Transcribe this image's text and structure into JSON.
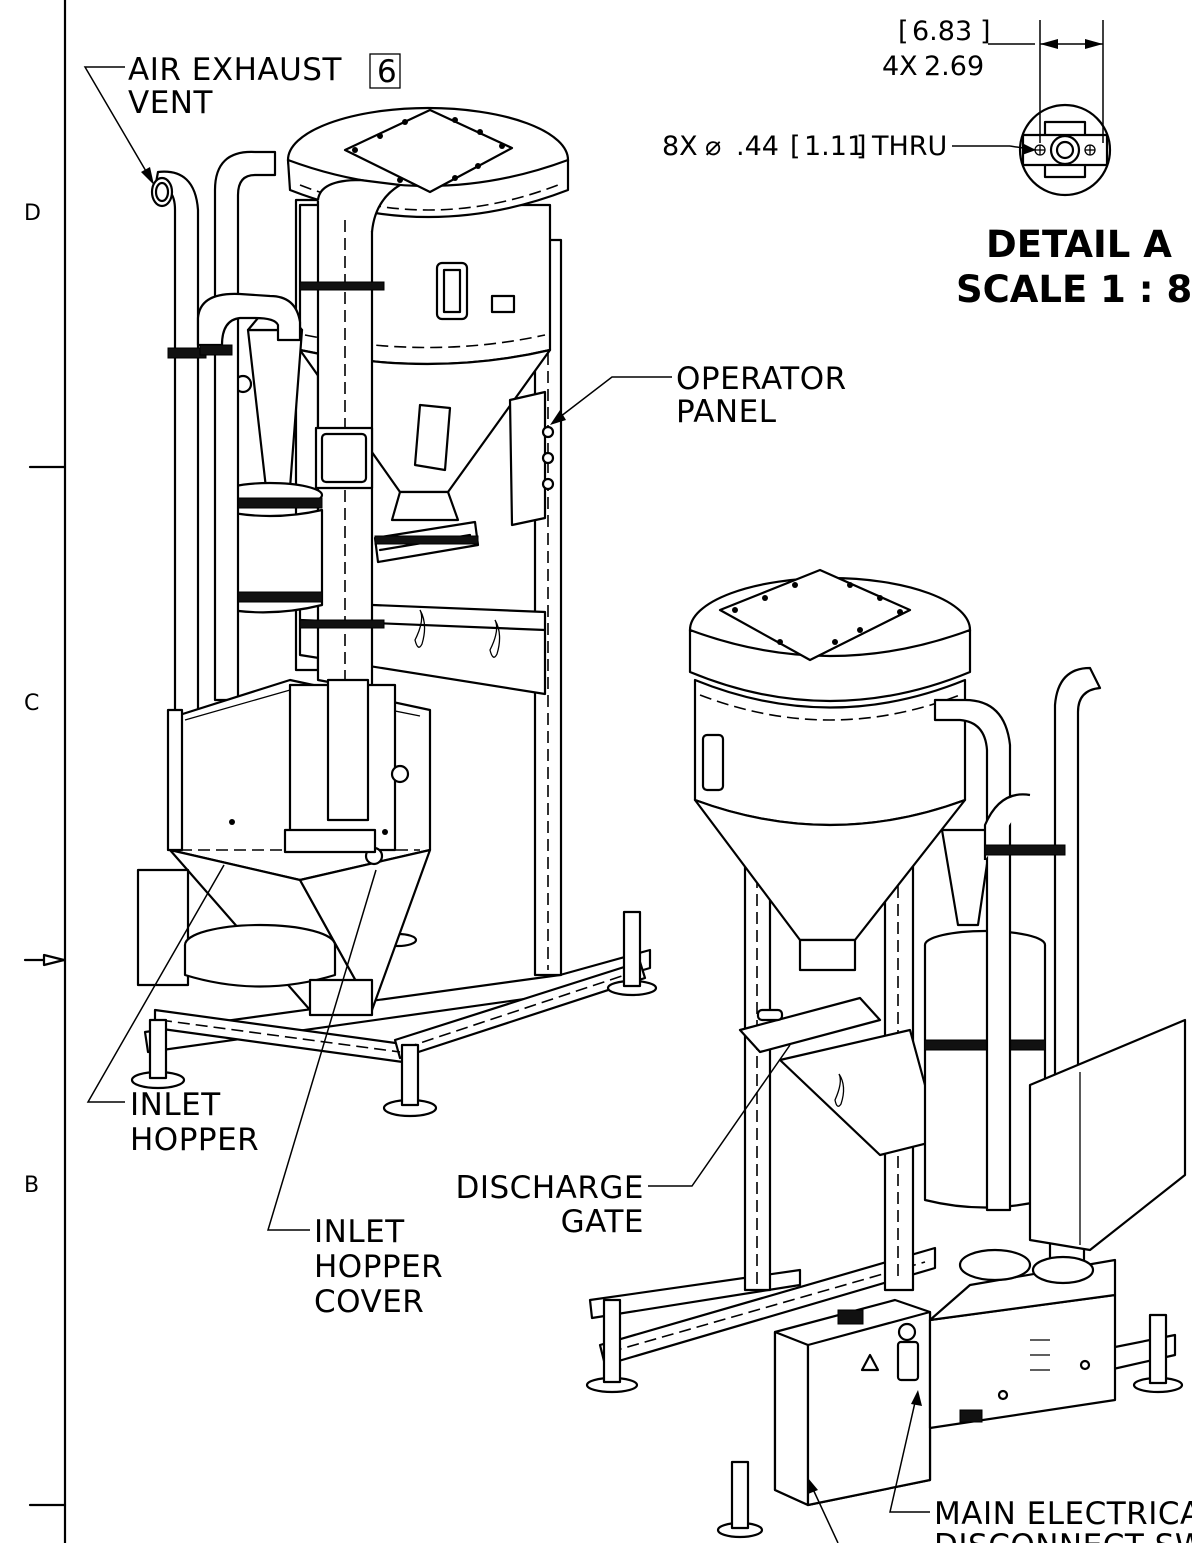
{
  "zones": [
    "D",
    "C",
    "B"
  ],
  "callouts": {
    "air_exhaust_line1": "AIR EXHAUST",
    "air_exhaust_tag": "6",
    "air_exhaust_line2": "VENT",
    "operator_line1": "OPERATOR",
    "operator_line2": "PANEL",
    "inlet_hopper_line1": "INLET",
    "inlet_hopper_line2": "HOPPER",
    "inlet_cover_line1": "INLET",
    "inlet_cover_line2": "HOPPER",
    "inlet_cover_line3": "COVER",
    "discharge_line1": "DISCHARGE",
    "discharge_line2": "GATE",
    "main_elec_line1": "MAIN ELECTRICAL",
    "main_elec_line2": "DISCONNECT SWITCH"
  },
  "detail": {
    "dim_bracket": "6.83",
    "dim_qty": "4X",
    "dim_value": "2.69",
    "hole_qty": "8X",
    "hole_symbol": "⌀",
    "hole_inch": ".44",
    "hole_mm": "1.11",
    "hole_thru": "THRU",
    "title": "DETAIL A",
    "scale": "SCALE 1 : 8"
  }
}
